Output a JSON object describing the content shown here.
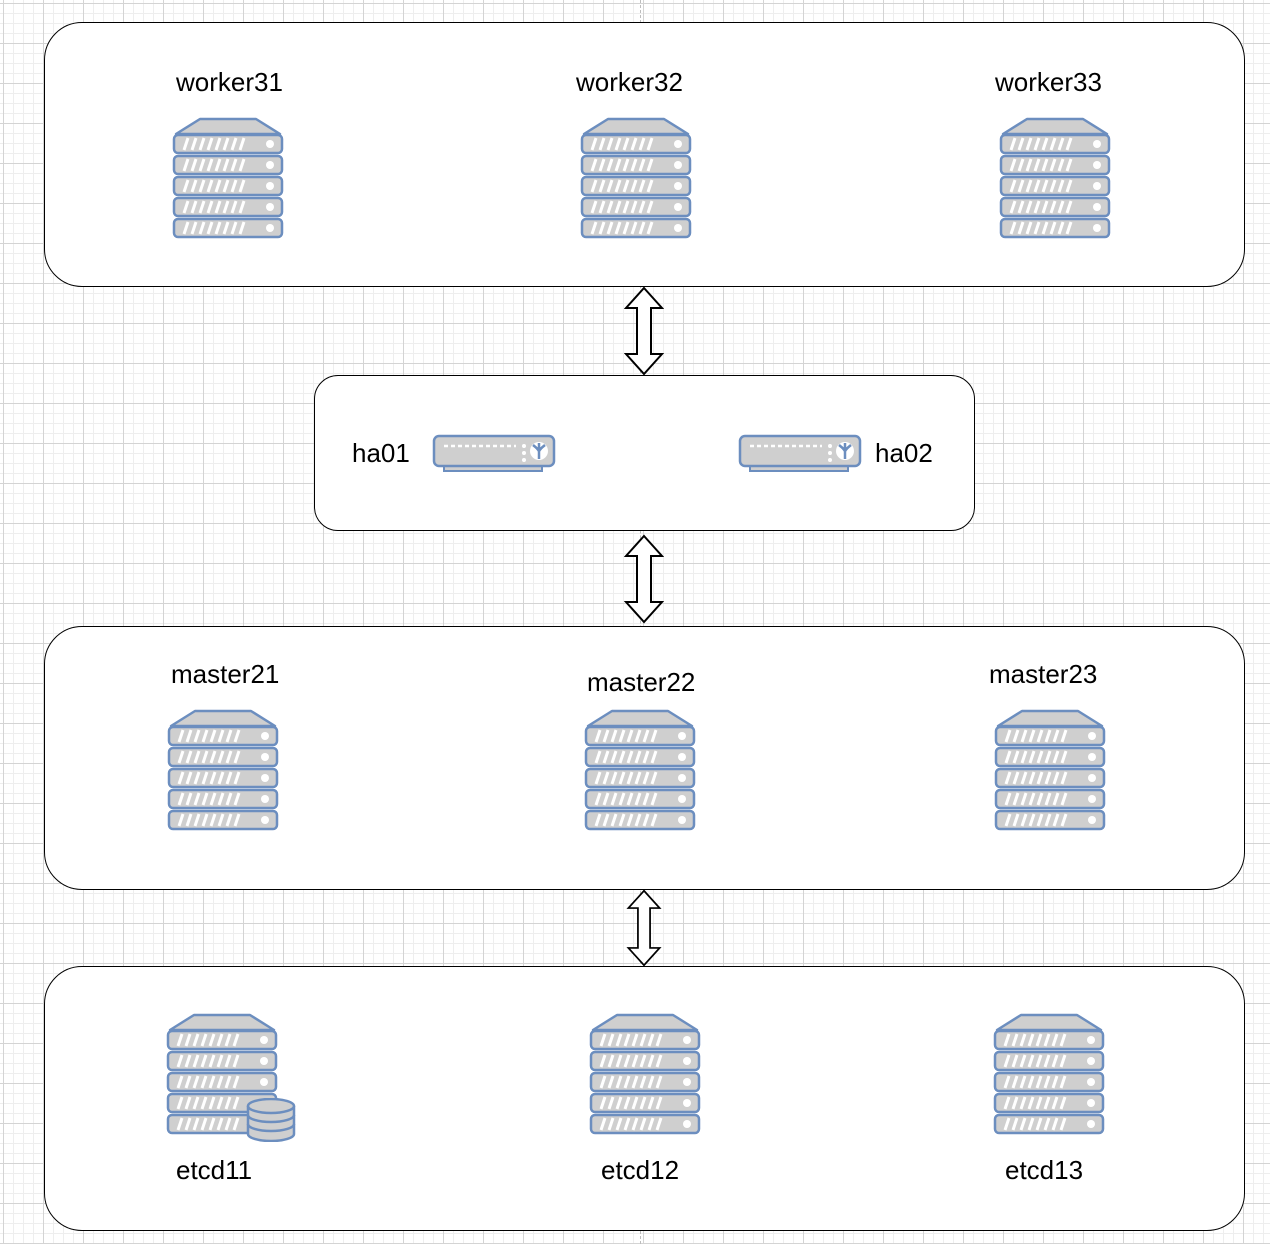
{
  "colors": {
    "stroke": "#6c8ebf",
    "fill": "#cfcfcf",
    "panel_border": "#000000"
  },
  "workers": {
    "worker31": "worker31",
    "worker32": "worker32",
    "worker33": "worker33"
  },
  "load_balancers": {
    "ha01": "ha01",
    "ha02": "ha02"
  },
  "masters": {
    "master21": "master21",
    "master22": "master22",
    "master23": "master23"
  },
  "etcd": {
    "etcd11": "etcd11",
    "etcd12": "etcd12",
    "etcd13": "etcd13"
  },
  "icons": {
    "server": "server-rack-icon",
    "load_balancer": "load-balancer-icon",
    "database_server": "database-server-icon",
    "connection": "bidirectional-arrow-icon"
  }
}
